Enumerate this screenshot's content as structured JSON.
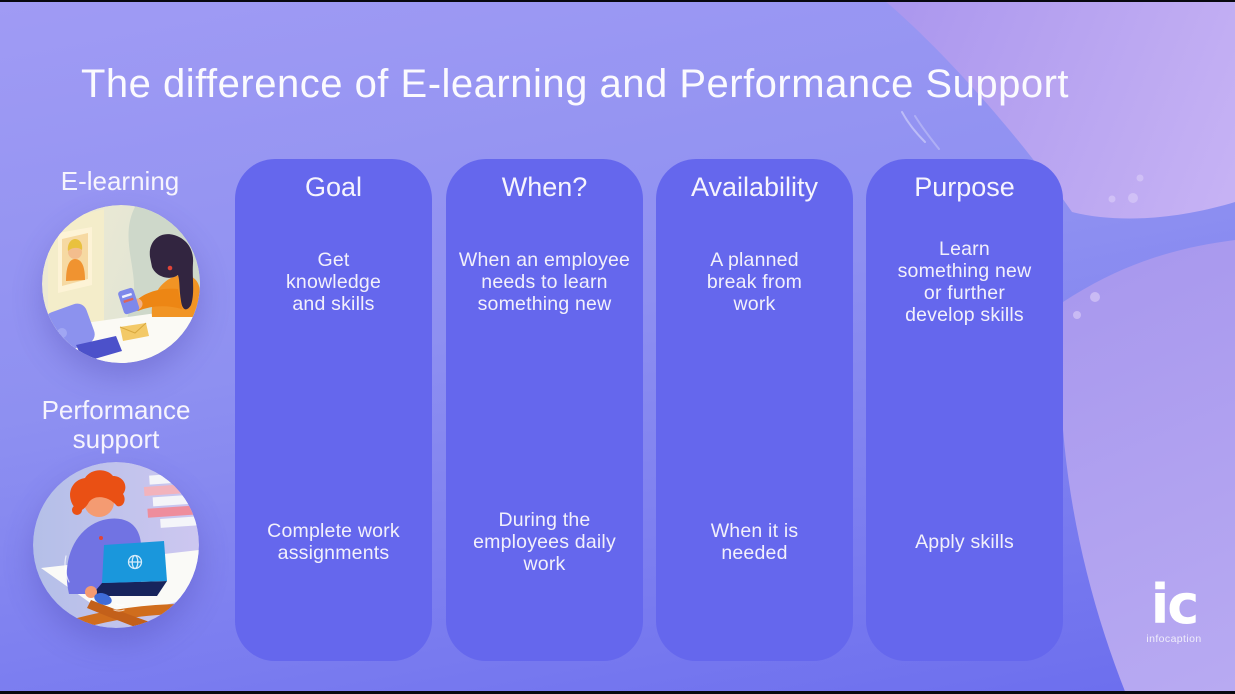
{
  "title": "The difference of E-learning and Performance Support",
  "left_labels": {
    "elearning": "E-learning",
    "performance": "Performance\nsupport"
  },
  "columns": [
    {
      "header": "Goal",
      "elearning": "Get\nknowledge\nand skills",
      "performance": "Complete work\nassignments"
    },
    {
      "header": "When?",
      "elearning": "When an employee\nneeds to learn\nsomething new",
      "performance": "During the\nemployees daily\nwork"
    },
    {
      "header": "Availability",
      "elearning": "A planned\nbreak from\nwork",
      "performance": "When it is\nneeded"
    },
    {
      "header": "Purpose",
      "elearning": "Learn\nsomething new\nor further\ndevelop skills",
      "performance": "Apply skills"
    }
  ],
  "logo": {
    "mark": "ic",
    "name": "infocaption"
  },
  "colors": {
    "background_top": "#a09bf4",
    "background_bottom": "#6b6dee",
    "card": "#6567ed",
    "text": "#f4f2fc",
    "blob_top_right": "#c0adf3",
    "blob_bottom_right": "#b0a2f0",
    "stripe_pink": "#ee8d9c",
    "illustration_orange": "#f09324",
    "illustration_laptop_blue": "#1a97dc"
  }
}
